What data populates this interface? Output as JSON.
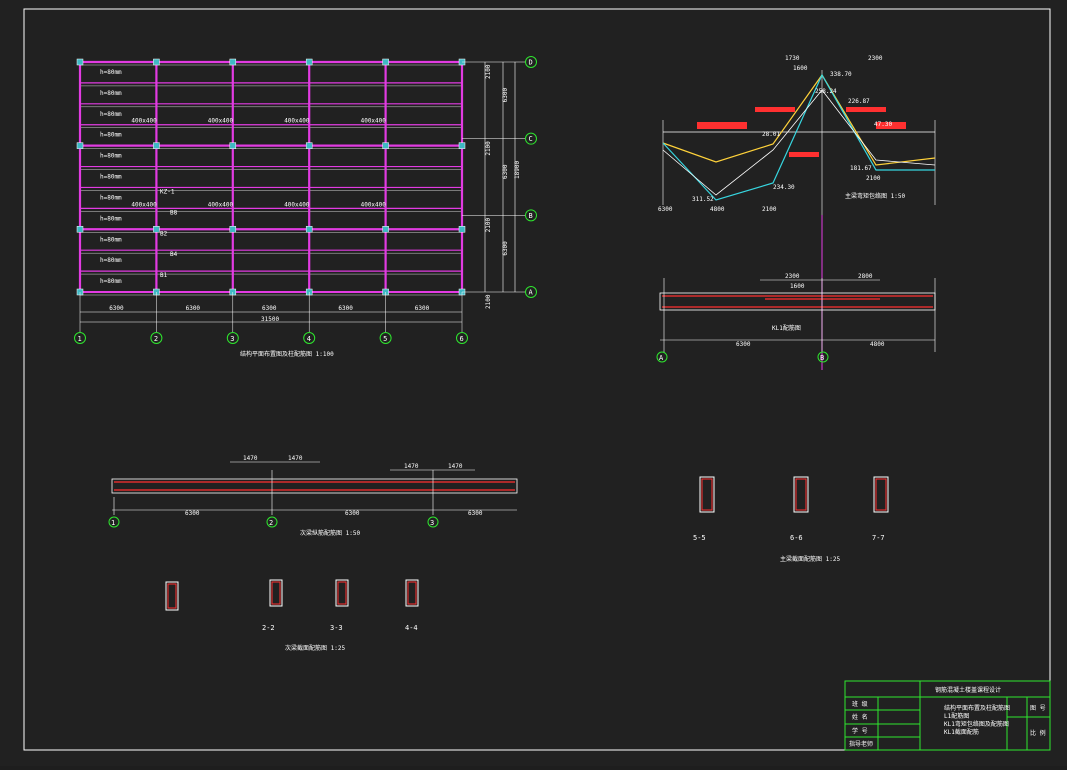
{
  "plan": {
    "axes_x": [
      "1",
      "2",
      "3",
      "4",
      "5",
      "6"
    ],
    "axes_y": [
      "A",
      "B",
      "C",
      "D"
    ],
    "spans_x": [
      "6300",
      "6300",
      "6300",
      "6300",
      "6300"
    ],
    "total_x": "31500",
    "spans_y": [
      "2100",
      "2100",
      "2100",
      "2100",
      "2100",
      "2100",
      "2100",
      "2100",
      "2100",
      "2100",
      "2100"
    ],
    "bays_y": [
      "6300",
      "6300",
      "6300"
    ],
    "total_y": "18900",
    "slab_labels": [
      "h=80mm",
      "h=80mm",
      "h=80mm",
      "h=80mm",
      "h=80mm",
      "h=80mm",
      "h=80mm",
      "h=80mm",
      "h=80mm",
      "h=80mm",
      "h=80mm"
    ],
    "col_labels": [
      "400x400",
      "400x400",
      "400x400",
      "400x400",
      "400x400",
      "400x400",
      "400x400",
      "400x400"
    ],
    "tags": [
      "KZ-1",
      "B8",
      "B2",
      "B4",
      "B1"
    ],
    "title": "结构平面布置图及柱配筋图",
    "scale": "1:100"
  },
  "moment": {
    "dims_top": [
      "1730",
      "1600",
      "2300"
    ],
    "values": [
      "338.70",
      "258.24",
      "226.87",
      "28.01",
      "47.30",
      "311.52",
      "234.30",
      "181.67"
    ],
    "bottom": [
      "6300",
      "4800",
      "2100",
      "2100"
    ],
    "title": "主梁弯矩包络图",
    "scale": "1:50"
  },
  "main_beam": {
    "dims": [
      "2300",
      "1600",
      "2800"
    ],
    "bottom": [
      "6300",
      "4800"
    ],
    "axes": [
      "A",
      "B"
    ],
    "label": "KL1配筋图"
  },
  "sec_beam": {
    "dims": [
      "1470",
      "1470",
      "1470",
      "1470"
    ],
    "spans": [
      "6300",
      "6300",
      "6300"
    ],
    "axes": [
      "1",
      "2",
      "3"
    ],
    "title": "次梁纵筋配筋图",
    "scale": "1:50"
  },
  "main_sections": {
    "labels": [
      "5-5",
      "6-6",
      "7-7"
    ],
    "title": "主梁截面配筋图",
    "scale": "1:25"
  },
  "sec_sections": {
    "labels": [
      "2-2",
      "3-3",
      "4-4"
    ],
    "title": "次梁截面配筋图",
    "scale": "1:25"
  },
  "titleblock": {
    "project": "钢筋混凝土楼盖课程设计",
    "rows": [
      "班 级",
      "姓 名",
      "学 号",
      "指导老师"
    ],
    "drawing": [
      "结构平面布置及柱配筋图",
      "L1配筋图",
      "KL1弯矩包络图及配筋图",
      "KL1截面配筋"
    ],
    "right": [
      "图 号",
      "比 例"
    ]
  },
  "colors": {
    "grid": "#e23be2",
    "axis": "#2ee62e",
    "dim": "#ffffff",
    "rebar": "#ff3030",
    "moment1": "#ffd23a",
    "moment2": "#37d6e0"
  }
}
